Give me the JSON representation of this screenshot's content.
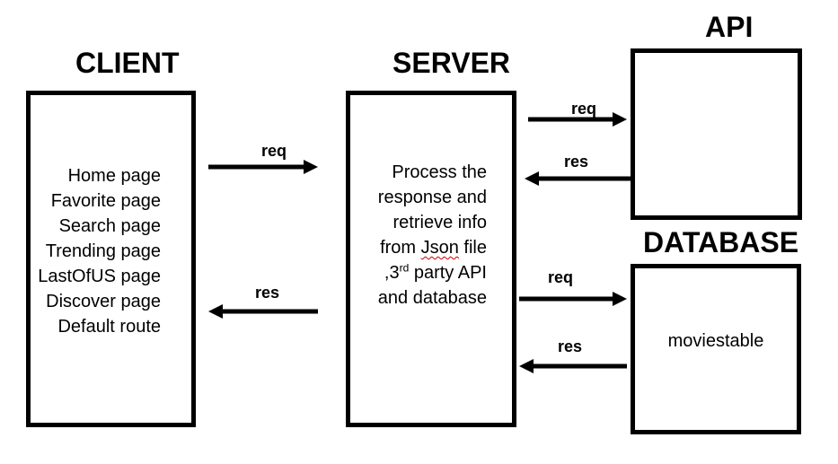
{
  "titles": {
    "client": "CLIENT",
    "server": "SERVER",
    "api": "API",
    "database": "DATABASE"
  },
  "client": {
    "pages": [
      "Home page",
      "Favorite page",
      "Search page",
      "Trending page",
      "LastOfUS page",
      "Discover page",
      "Default route"
    ]
  },
  "server": {
    "line1": "Process the",
    "line2": "response and",
    "line3": "retrieve info",
    "line4_pre": "from ",
    "line4_word": "Json",
    "line4_post": " file",
    "line5_pre": ",3",
    "line5_sup": "rd",
    "line5_post": " party API",
    "line6": "and database"
  },
  "database": {
    "text": "moviestable"
  },
  "labels": {
    "client_req": "req",
    "client_res": "res",
    "api_req": "req",
    "api_res": "res",
    "db_req": "req",
    "db_res": "res"
  }
}
